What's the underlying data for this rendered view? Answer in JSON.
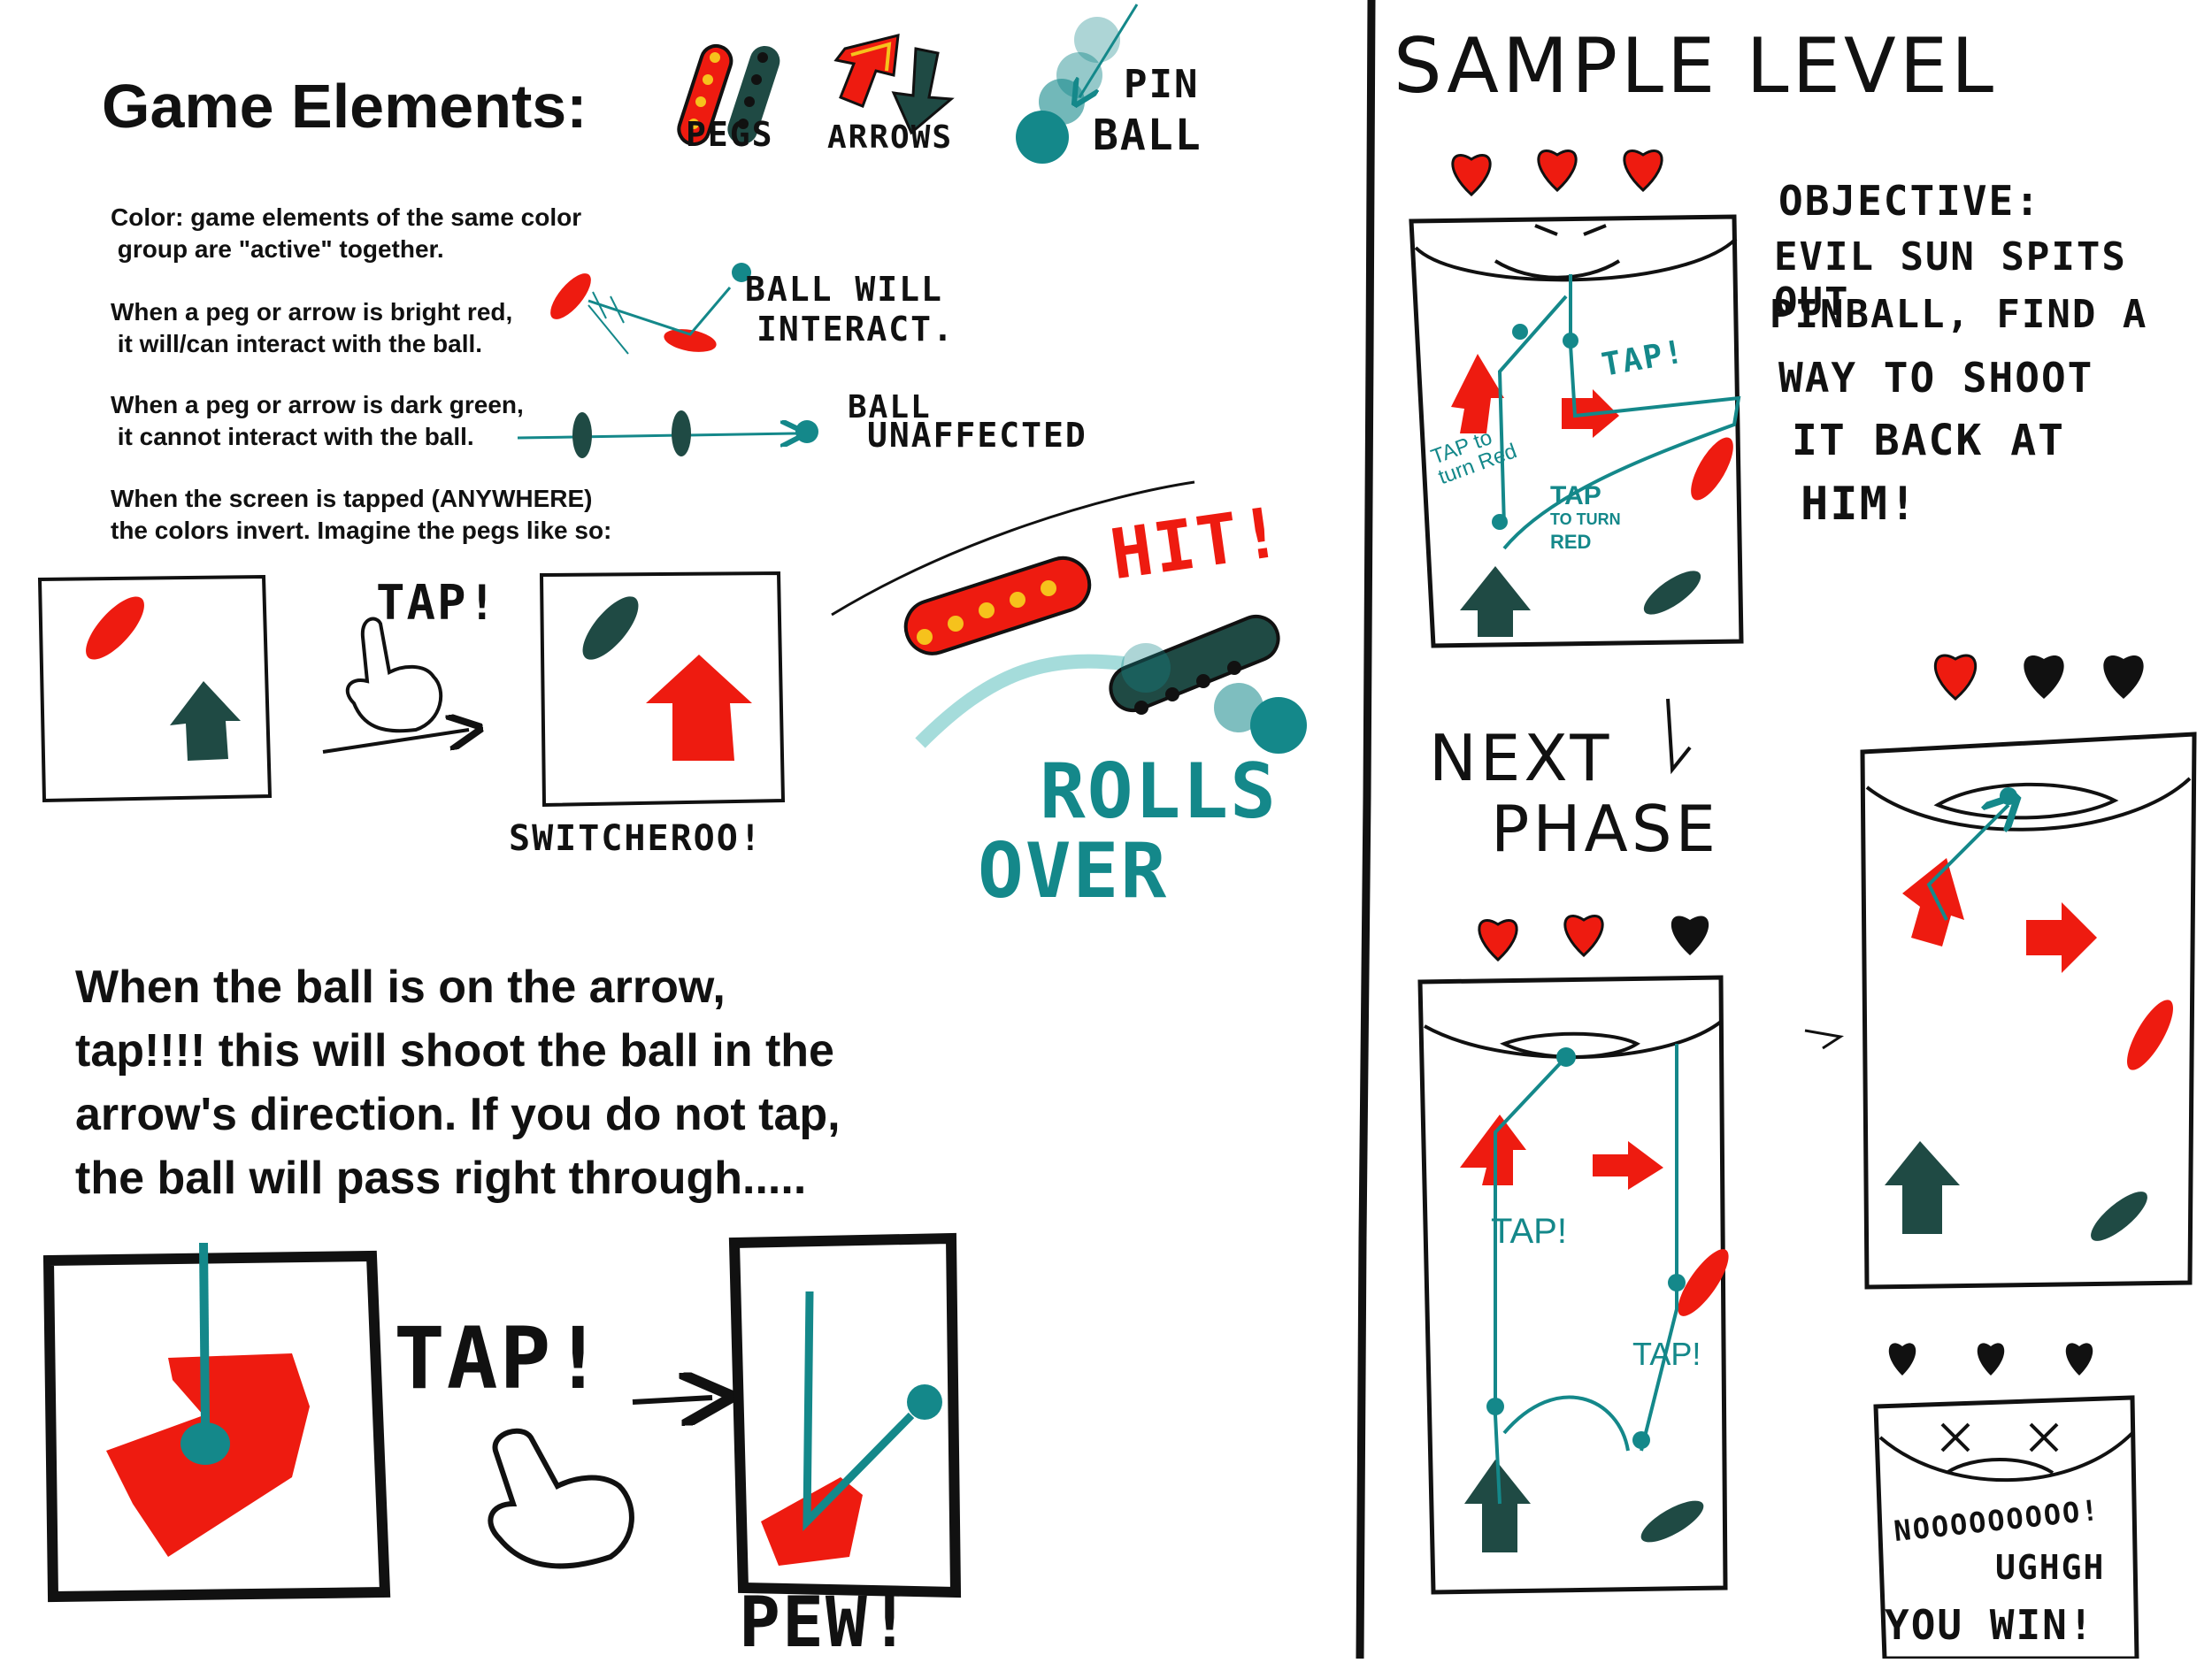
{
  "left": {
    "title": "Game Elements:",
    "legend": {
      "pegs": "PEGS",
      "arrows": "ARROWS",
      "pin": "PIN",
      "ball": "BALL"
    },
    "rules": {
      "color_l1": "Color: game elements of the same color",
      "color_l2": " group are \"active\" together.",
      "red_l1": "When a peg or arrow is bright red,",
      "red_l2": " it will/can interact with the ball.",
      "red_note_l1": "BALL WILL",
      "red_note_l2": "INTERACT.",
      "green_l1": "When a peg or arrow is dark green,",
      "green_l2": " it cannot interact with the ball.",
      "green_note_l1": "BALL",
      "green_note_l2": "UNAFFECTED",
      "tap_l1": "When the screen is tapped (ANYWHERE)",
      "tap_l2": "the colors invert. Imagine the pegs like so:"
    },
    "tap_label": "TAP!",
    "switch_label": "SWITCHEROO!",
    "hit_label": "HIT!",
    "rolls_l1": "ROLLS",
    "rolls_l2": "OVER",
    "arrow_text": {
      "l1": "When the ball is on the arrow,",
      "l2": "tap!!!! this will shoot the ball in the",
      "l3": "arrow's direction. If you do not tap,",
      "l4": "the ball will pass right through....."
    },
    "tap2_label": "TAP!",
    "pew_label": "PEW!"
  },
  "right": {
    "title": "SAMPLE LEVEL",
    "objective": {
      "l1": "OBJECTIVE:",
      "l2": "EVIL SUN SPITS OUT",
      "l3": "PINBALL, FIND A",
      "l4": "WAY TO SHOOT",
      "l5": "IT BACK AT",
      "l6": "HIM!"
    },
    "panel1": {
      "tap": "TAP!",
      "tap_to_turn_l1": "TAP to",
      "tap_to_turn_l2": "turn Red",
      "tap_turn_red_l1": "TAP",
      "tap_turn_red_l2": "TO TURN",
      "tap_turn_red_l3": "RED"
    },
    "next_l1": "NEXT",
    "next_l2": "PHASE",
    "panel2": {
      "tap_a": "TAP!",
      "tap_b": "TAP!"
    },
    "end": {
      "l1": "NOOOOOOOOO!",
      "l2": "UGHGH",
      "l3": "YOU WIN!"
    }
  },
  "colors": {
    "red": "#ee1b10",
    "dark_green": "#1f4a44",
    "teal": "#14888a",
    "ink": "#111111"
  }
}
